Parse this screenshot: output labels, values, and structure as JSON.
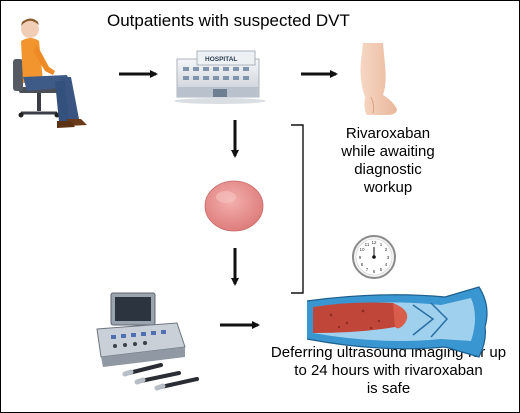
{
  "title": "Outpatients with suspected DVT",
  "drug_note": {
    "lines": [
      "Rivaroxaban",
      "while awaiting",
      "diagnostic",
      "workup"
    ]
  },
  "conclusion": {
    "lines": [
      "Deferring ultrasound imaging for up",
      "to 24 hours with rivaroxaban",
      "is safe"
    ]
  },
  "hospital_sign": "HOSPITAL",
  "clock_numbers": [
    "12",
    "1",
    "2",
    "3",
    "4",
    "5",
    "6",
    "7",
    "8",
    "9",
    "10",
    "11"
  ],
  "colors": {
    "arrow": "#111111",
    "pill": "#e78f8f",
    "vessel": "#3a96d0",
    "clot": "#c0463a",
    "skin": "#f2cdb6",
    "shirt": "#f2952e",
    "pants": "#3e5a86"
  }
}
